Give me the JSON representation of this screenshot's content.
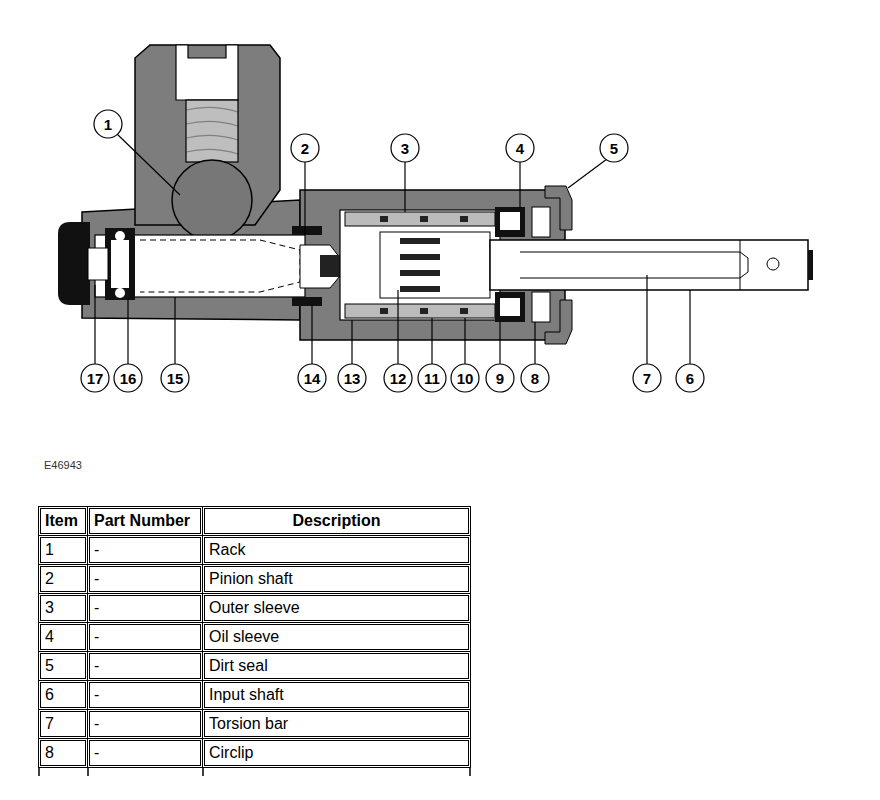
{
  "diagram": {
    "labels": [
      "1",
      "2",
      "3",
      "4",
      "5",
      "17",
      "16",
      "15",
      "14",
      "13",
      "12",
      "11",
      "10",
      "9",
      "8",
      "7",
      "6",
      "E46943",
      "Item",
      "Part Number",
      "Description",
      "1",
      "-",
      "Rack",
      "2",
      "-",
      "Pinion shaft",
      "3",
      "-",
      "Outer sleeve",
      "4",
      "-",
      "Oil sleeve",
      "5",
      "-",
      "Dirt seal",
      "6",
      "-",
      "Input shaft",
      "7",
      "-",
      "Torsion bar",
      "8",
      "-",
      "Circlip"
    ]
  }
}
